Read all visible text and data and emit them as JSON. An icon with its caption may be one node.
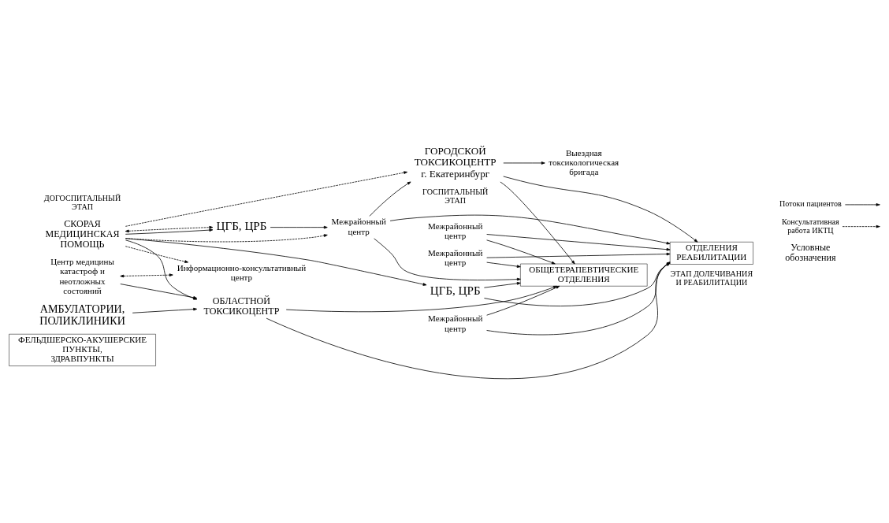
{
  "diagram": {
    "nodes": [
      {
        "text": [
          "ФЕЛЬДШЕРСКО-АКУШЕРСКИЕ ПУНКТЫ, ЗДРАВПУНКТЫ"
        ]
      },
      {
        "text": [
          "АМБУЛАТОРИИ, ПОЛИКЛИНИКИ"
        ]
      },
      {
        "text": [
          "Центр медицины катастроф и неотложных состояний"
        ]
      },
      {
        "text": [
          "СКОРАЯ МЕДИЦИНСКАЯ ПОМОЩЬ"
        ]
      },
      {
        "text": [
          "ОБЛАСТНОЙ",
          "ТОКСИКОЦЕНТР"
        ]
      },
      {
        "text": [
          "Информационно-консультативный центр"
        ]
      },
      {
        "text": [
          "Выездная токсикологическая бригада"
        ]
      },
      {
        "text": [
          "ГОРОДСКОЙ ТОКСИКОЦЕНТР",
          "г. Екатеринбург"
        ]
      },
      {
        "text": [
          "Межрайонный центр"
        ]
      },
      {
        "text": [
          "Межрайонный центр"
        ]
      },
      {
        "text": [
          "Межрайонный центр"
        ]
      },
      {
        "text": [
          "Межрайонный центр"
        ]
      },
      {
        "text": [
          "ЦГБ, ЦРБ"
        ]
      },
      {
        "text": [
          "ЦГБ, ЦРБ"
        ]
      },
      {
        "text": [
          "ОТДЕЛЕНИЯ РЕАБИЛИТАЦИИ"
        ]
      },
      {
        "text": [
          "ОБЩЕТЕРАПЕВТИЧЕСКИЕ ОТДЕЛЕНИЯ"
        ]
      }
    ],
    "edges": [
      {
        "from": 1,
        "to": 4,
        "arrow": "to"
      },
      {
        "from": 2,
        "to": 4,
        "arrow": "to"
      },
      {
        "from": 3,
        "to": 4,
        "arrow": "to"
      },
      {
        "from": 3,
        "to": 12,
        "arrow": "to"
      },
      {
        "from": 3,
        "to": 13,
        "arrow": "to"
      },
      {
        "from": 2,
        "to": 5,
        "arrow": "both",
        "style": "dashed"
      },
      {
        "from": 3,
        "to": 5,
        "arrow": "to",
        "style": "dashed"
      },
      {
        "from": 3,
        "to": 7,
        "arrow": "to",
        "style": "dashed"
      },
      {
        "from": 3,
        "to": 8,
        "arrow": "to",
        "style": "dashed"
      },
      {
        "from": 3,
        "to": 12,
        "arrow": "both",
        "style": "dashed"
      },
      {
        "from": 12,
        "to": 8,
        "arrow": "to"
      },
      {
        "from": 8,
        "to": 7,
        "arrow": "to"
      },
      {
        "from": 7,
        "to": 6,
        "arrow": "to"
      },
      {
        "from": 4,
        "to": 14,
        "arrow": "to"
      },
      {
        "from": 7,
        "to": 14,
        "arrow": "to"
      },
      {
        "from": 8,
        "to": 14,
        "arrow": "to"
      },
      {
        "from": 9,
        "to": 14,
        "arrow": "to"
      },
      {
        "from": 10,
        "to": 14,
        "arrow": "to"
      },
      {
        "from": 11,
        "to": 14,
        "arrow": "to"
      },
      {
        "from": 13,
        "to": 14,
        "arrow": "to"
      },
      {
        "from": 4,
        "to": 15,
        "arrow": "to"
      },
      {
        "from": 7,
        "to": 15,
        "arrow": "to"
      },
      {
        "from": 8,
        "to": 15,
        "arrow": "to"
      },
      {
        "from": 9,
        "to": 15,
        "arrow": "to"
      },
      {
        "from": 10,
        "to": 15,
        "arrow": "to"
      },
      {
        "from": 11,
        "to": 15,
        "arrow": "to"
      },
      {
        "from": 13,
        "to": 15,
        "arrow": "to"
      }
    ],
    "labels": [
      "Условные обозначения",
      "ДОГОСПИТАЛЬНЫЙ ЭТАП",
      "ГОСПИТАЛЬНЫЙ ЭТАП",
      "ЭТАП ДОЛЕЧИВАНИЯ И РЕАБИЛИТАЦИИ"
    ],
    "legend": [
      {
        "text": "Потоки пациентов"
      },
      {
        "text": "Консультативная работа ИКТЦ"
      }
    ]
  }
}
